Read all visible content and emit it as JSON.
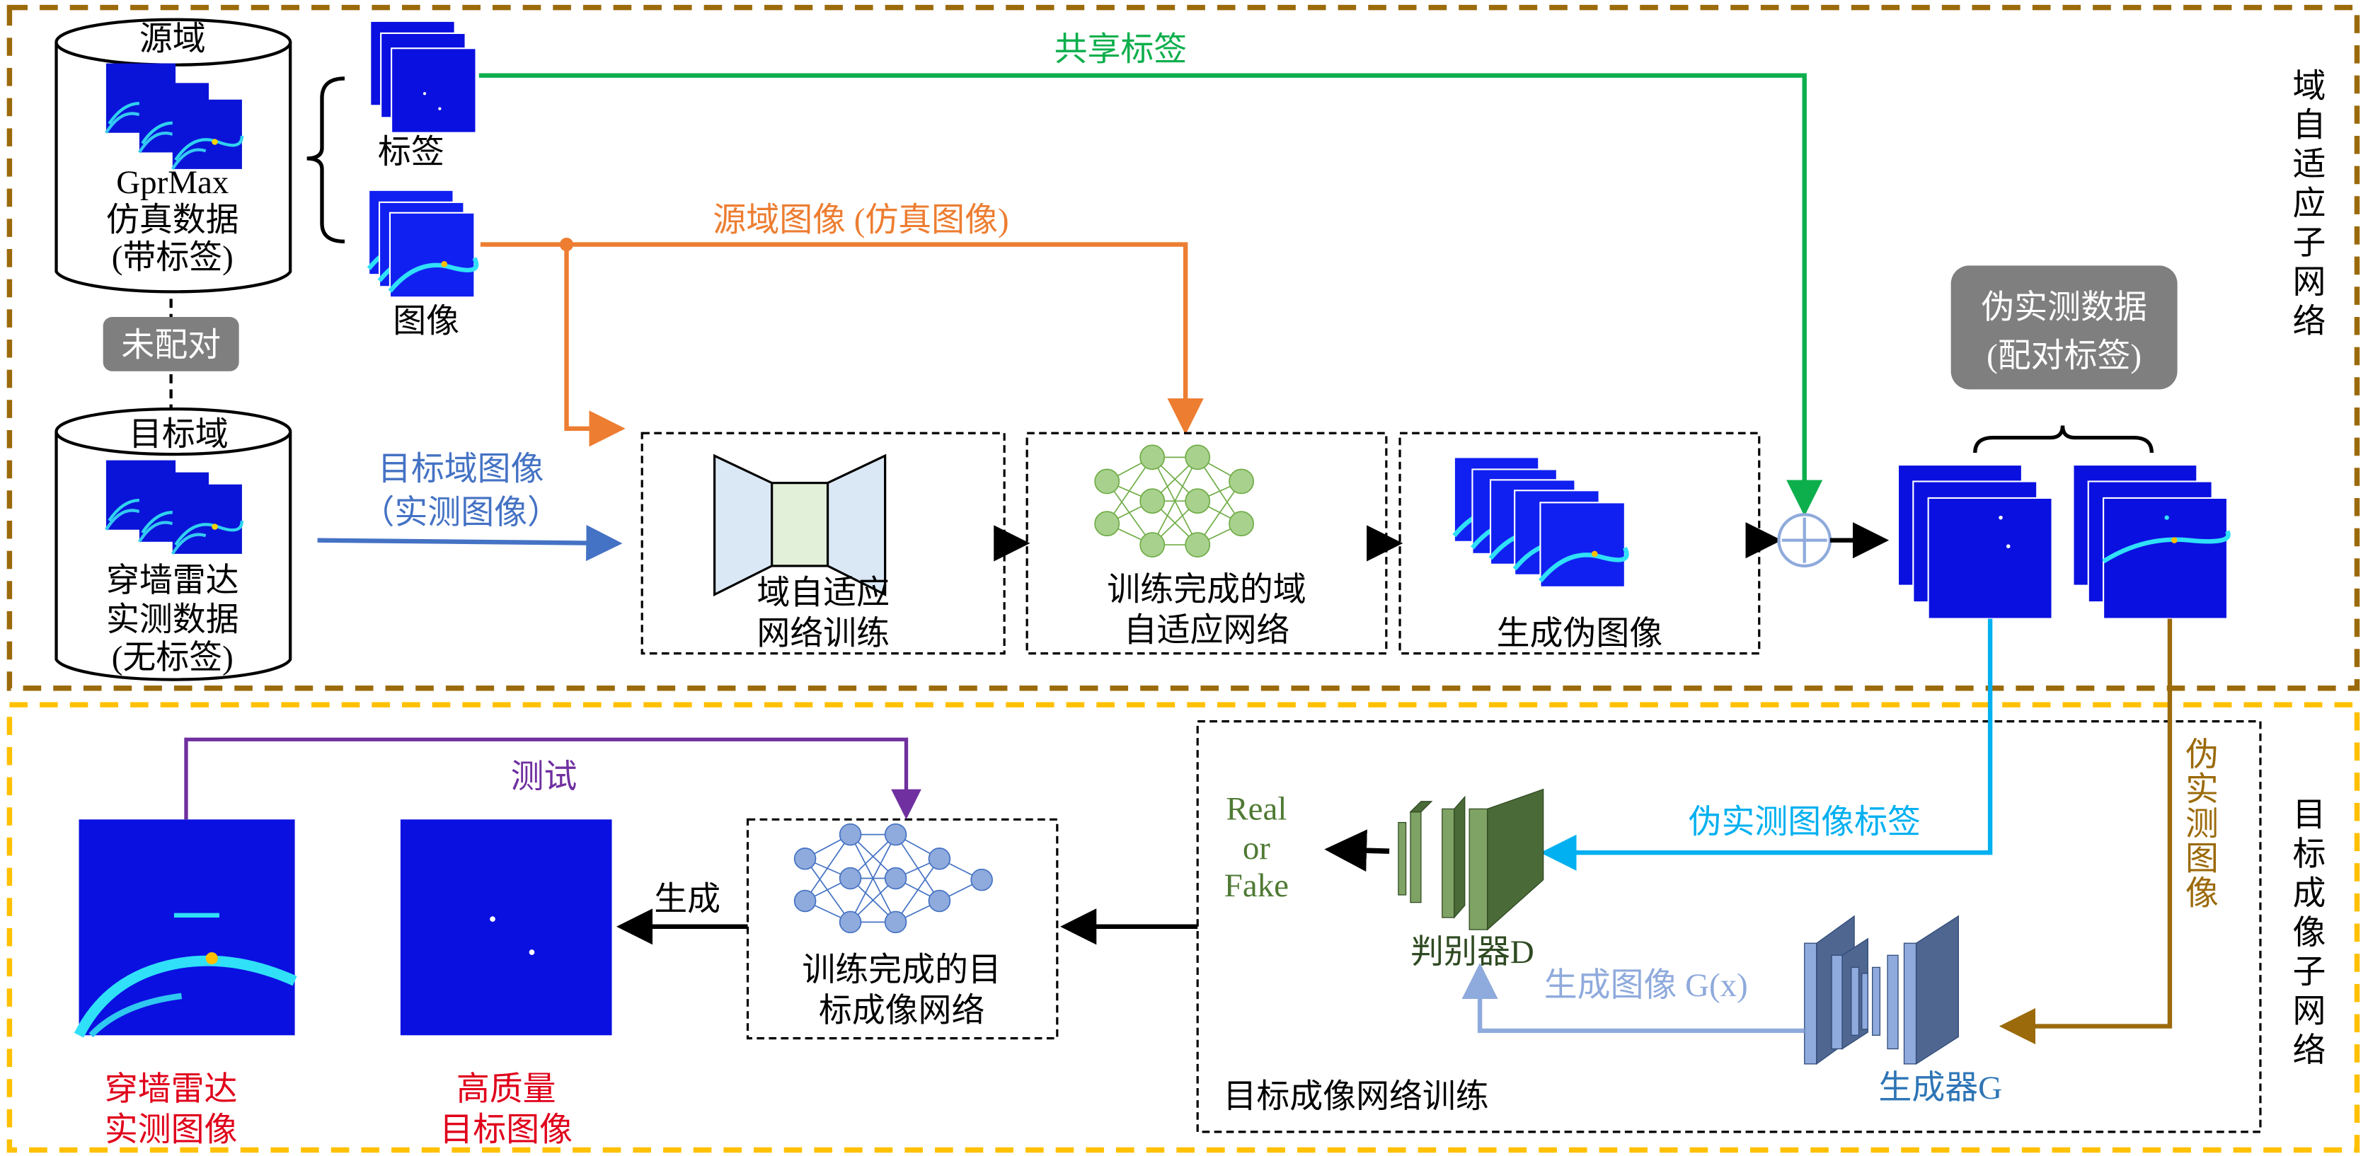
{
  "colors": {
    "domain_box": "#9B6A0B",
    "imaging_box": "#FFC000",
    "shared_label": "#0DAF4C",
    "source_image": "#ED7D31",
    "target_image": "#4472C4",
    "pseudo_label": "#00B0F0",
    "pseudo_image": "#9B6A0B",
    "generated": "#8FAADC",
    "test": "#7030A0",
    "red_label": "#E0001B",
    "gan_d": "#4A6A38",
    "gan_g": "#2E75B6"
  },
  "domain_subnet": {
    "title": "域自适应子网络",
    "source_db": {
      "title": "源域",
      "lines": [
        "GprMax",
        "仿真数据",
        "(带标签)"
      ]
    },
    "unpaired": "未配对",
    "target_db": {
      "title": "目标域",
      "lines": [
        "穿墙雷达",
        "实测数据",
        "(无标签)"
      ]
    },
    "label_stack": "标签",
    "image_stack": "图像",
    "shared_label": "共享标签",
    "source_image": "源域图像 (仿真图像)",
    "target_image": [
      "目标域图像",
      "（实测图像）"
    ],
    "train_box": [
      "域自适应",
      "网络训练"
    ],
    "trained_box": [
      "训练完成的域",
      "自适应网络"
    ],
    "generate_box": "生成伪图像",
    "pseudo_data": [
      "伪实测数据",
      "(配对标签)"
    ]
  },
  "imaging_subnet": {
    "title": "目标成像子网络",
    "test": "测试",
    "generate": "生成",
    "input_image": [
      "穿墙雷达",
      "实测图像"
    ],
    "output_image": [
      "高质量",
      "目标图像"
    ],
    "trained_box": [
      "训练完成的目",
      "标成像网络"
    ],
    "training_box": "目标成像网络训练",
    "real_or_fake": [
      "Real",
      "or",
      "Fake"
    ],
    "discriminator": "判别器D",
    "generator": "生成器G",
    "generated_image": "生成图像 G(x)",
    "pseudo_label": "伪实测图像标签",
    "pseudo_image": "伪实测图像"
  }
}
